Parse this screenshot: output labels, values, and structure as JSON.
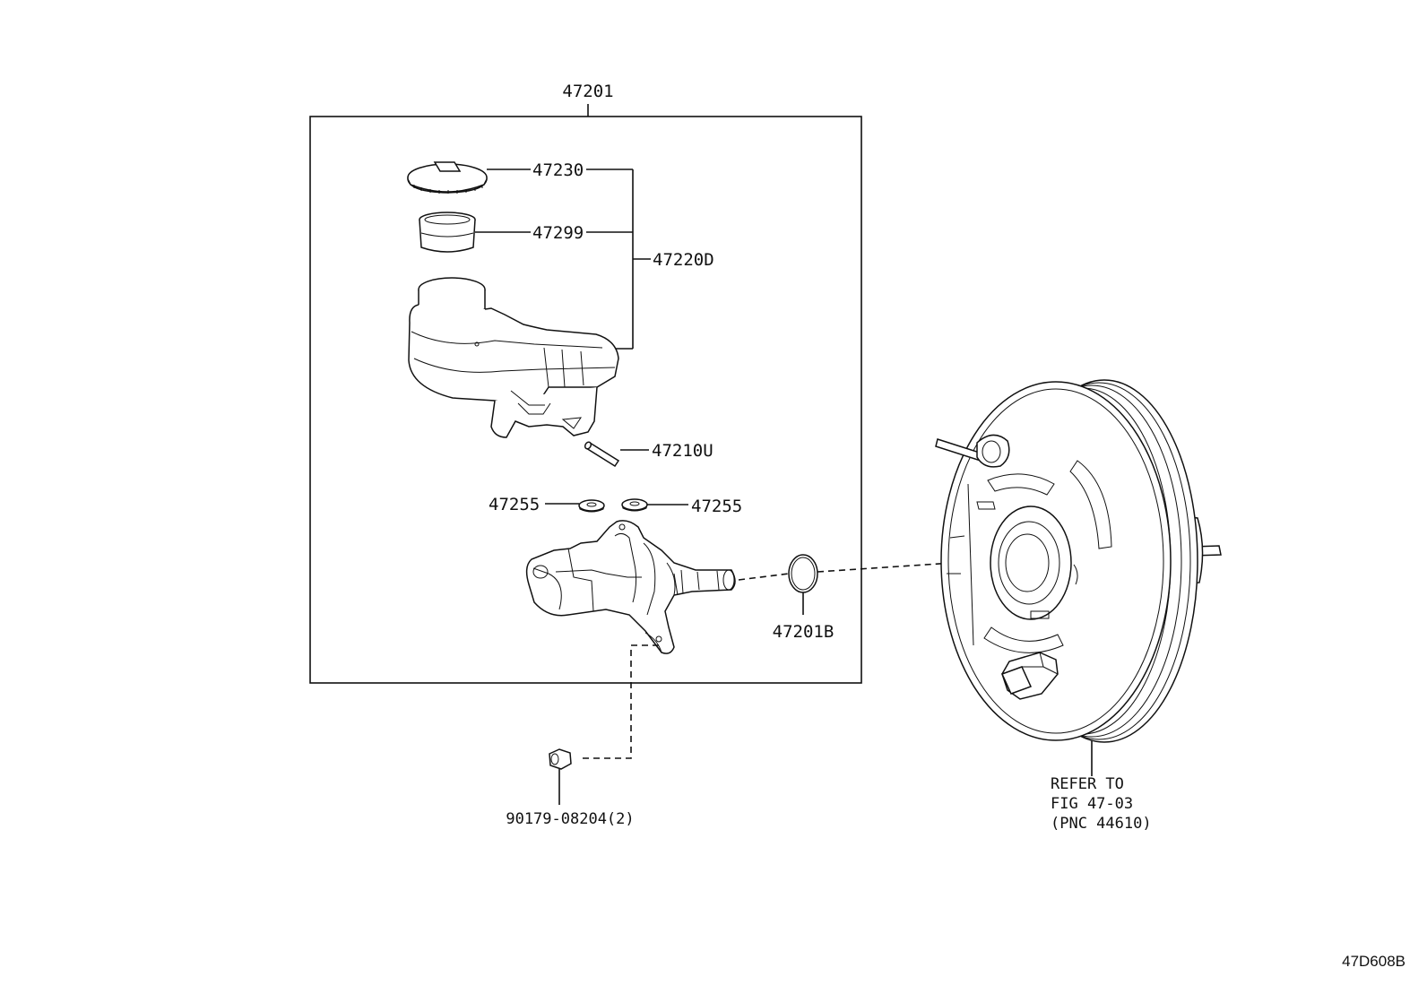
{
  "diagram": {
    "assembly_label": "47201",
    "callouts": {
      "cap": "47230",
      "strainer": "47299",
      "reservoir_sub_assy": "47220D",
      "pin": "47210U",
      "grommet_left": "47255",
      "grommet_right": "47255",
      "o_ring": "47201B",
      "nut": "90179-08204(2)"
    },
    "refer_note": {
      "line1": "REFER TO",
      "line2": "FIG 47-03",
      "line3": "(PNC 44610)"
    },
    "figure_code": "47D608B"
  }
}
